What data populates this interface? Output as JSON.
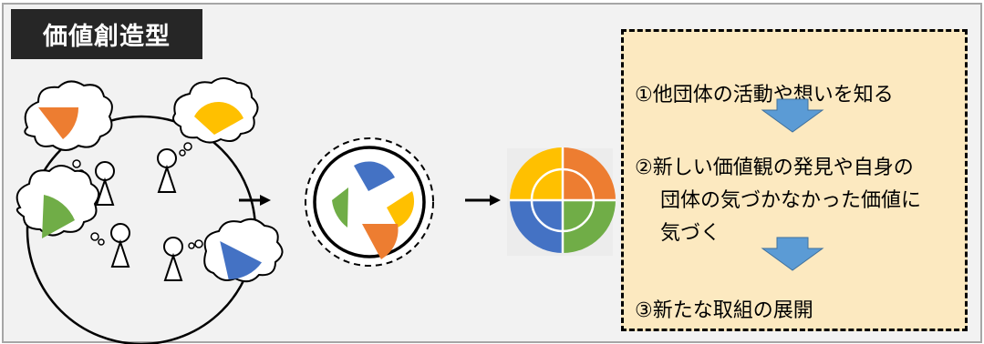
{
  "title": "価値創造型",
  "steps": {
    "step1": "①他団体の活動や想いを知る",
    "step2_line1": "②新しい価値観の発見や自身の",
    "step2_line2": "団体の気づかなかった価値に",
    "step2_line3": "気づく",
    "step3": "③新たな取組の展開"
  },
  "colors": {
    "orange": "#ed7d31",
    "yellow": "#ffc000",
    "green": "#70ad47",
    "blue": "#4472c4",
    "arrow_blue": "#5b9bd5",
    "panel_bg": "#fce9c0"
  }
}
